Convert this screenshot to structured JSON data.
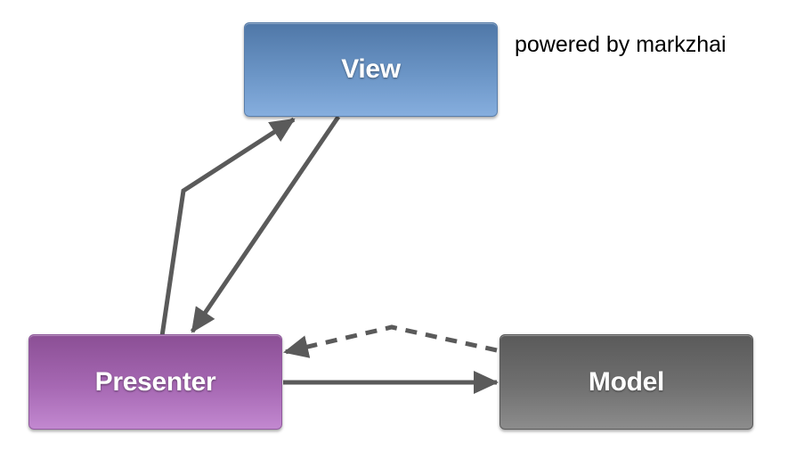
{
  "credit": "powered by markzhai",
  "nodes": {
    "view": {
      "label": "View",
      "color": "#6b95c6"
    },
    "presenter": {
      "label": "Presenter",
      "color": "#a668b3"
    },
    "model": {
      "label": "Model",
      "color": "#707070"
    }
  },
  "edges": [
    {
      "from": "presenter",
      "to": "view",
      "style": "solid"
    },
    {
      "from": "view",
      "to": "presenter",
      "style": "solid"
    },
    {
      "from": "presenter",
      "to": "model",
      "style": "solid"
    },
    {
      "from": "model",
      "to": "presenter",
      "style": "dashed"
    }
  ],
  "edge_color": "#5a5a5a"
}
